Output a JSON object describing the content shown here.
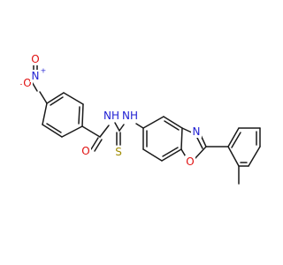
{
  "colors": {
    "bond": "#1a1a1a",
    "carbon": "#1a1a1a",
    "nitrogen": "#1e1ed2",
    "oxygen": "#e01010",
    "sulfur": "#a08c00"
  },
  "atoms": {
    "nitro_o_minus": {
      "text": "O",
      "charge": "-",
      "element": "oxygen"
    },
    "nitro_n_plus": {
      "text": "N",
      "charge": "+",
      "element": "nitrogen"
    },
    "nitro_o_double": {
      "text": "O",
      "element": "oxygen"
    },
    "amide_o": {
      "text": "O",
      "element": "oxygen"
    },
    "amide_nh": {
      "text": "NH",
      "element": "nitrogen"
    },
    "thio_s": {
      "text": "S",
      "element": "sulfur"
    },
    "thio_nh": {
      "text": "NH",
      "element": "nitrogen"
    },
    "oxazole_n": {
      "text": "N",
      "element": "nitrogen"
    },
    "oxazole_o": {
      "text": "O",
      "element": "oxygen"
    }
  }
}
